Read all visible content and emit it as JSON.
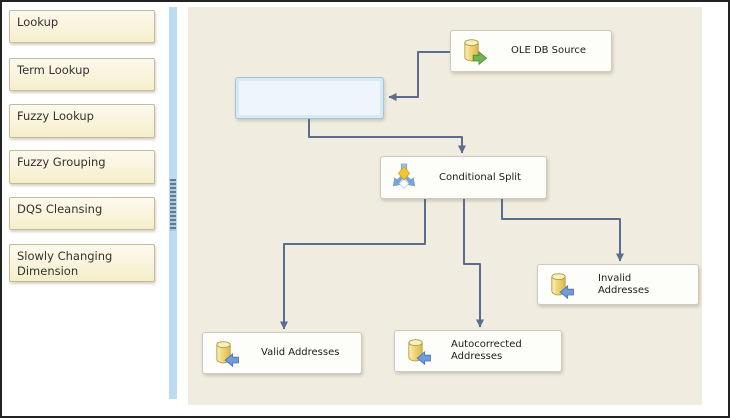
{
  "toolbox": {
    "items": [
      {
        "label": "Lookup"
      },
      {
        "label": "Term Lookup"
      },
      {
        "label": "Fuzzy Lookup"
      },
      {
        "label": "Fuzzy Grouping"
      },
      {
        "label": "DQS Cleansing"
      },
      {
        "label": "Slowly Changing Dimension"
      }
    ]
  },
  "canvas": {
    "nodes": {
      "ole_db_source": {
        "label": "OLE DB Source",
        "icon": "database-source-icon"
      },
      "drop_target": {
        "label": ""
      },
      "conditional_split": {
        "label": "Conditional Split",
        "icon": "conditional-split-icon"
      },
      "valid_addresses": {
        "label": "Valid Addresses",
        "icon": "database-destination-icon"
      },
      "autocorrected_addresses": {
        "label": "Autocorrected Addresses",
        "icon": "database-destination-icon"
      },
      "invalid_addresses": {
        "label": "Invalid Addresses",
        "icon": "database-destination-icon"
      }
    }
  },
  "colors": {
    "canvas_bg": "#f0ecdf",
    "connector": "#5a6d8e",
    "toolbox_item_bg": "#f6eecb",
    "drop_target_fill": "#eef6fc",
    "drop_target_border": "#a2c2dd",
    "cylinder_yellow": "#eed270",
    "source_arrow_green": "#71b252",
    "destination_arrow_blue": "#6f9bd8"
  }
}
